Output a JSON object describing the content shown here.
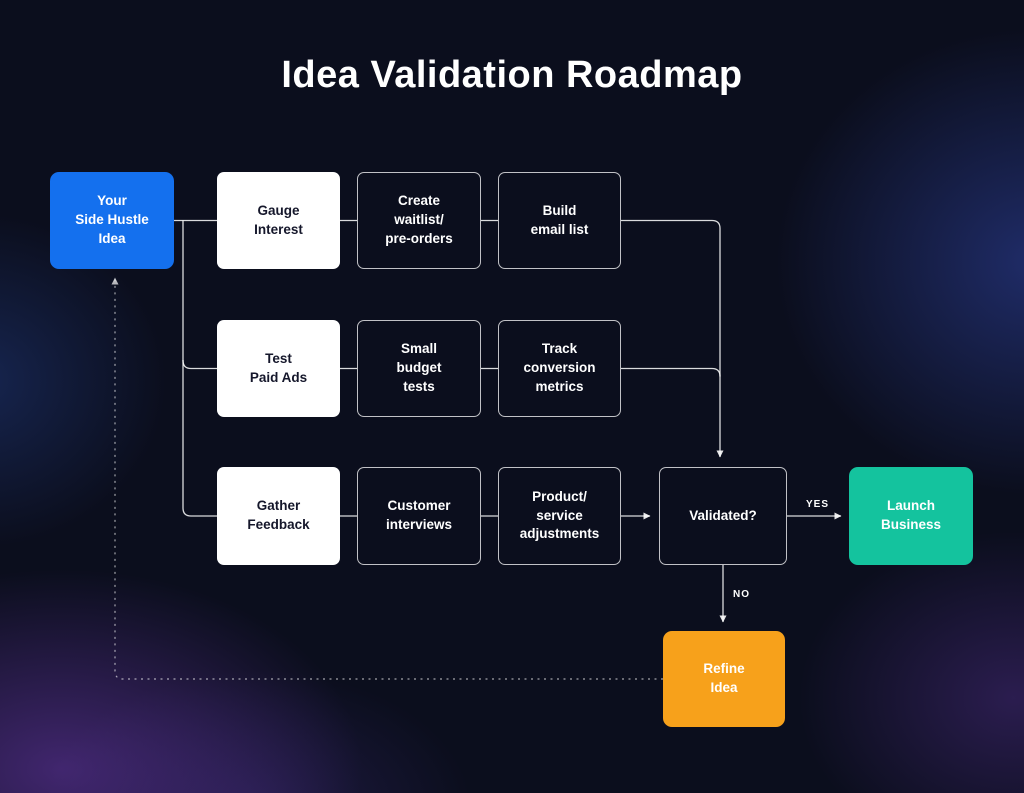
{
  "title": "Idea Validation Roadmap",
  "nodes": {
    "idea": {
      "label": "Your\nSide Hustle\nIdea"
    },
    "gauge_interest": {
      "label": "Gauge\nInterest"
    },
    "create_waitlist": {
      "label": "Create\nwaitlist/\npre-orders"
    },
    "build_email_list": {
      "label": "Build\nemail list"
    },
    "test_paid_ads": {
      "label": "Test\nPaid Ads"
    },
    "small_budget_tests": {
      "label": "Small\nbudget\ntests"
    },
    "track_conversion_metrics": {
      "label": "Track\nconversion\nmetrics"
    },
    "gather_feedback": {
      "label": "Gather\nFeedback"
    },
    "customer_interviews": {
      "label": "Customer\ninterviews"
    },
    "product_service_adjustments": {
      "label": "Product/\nservice\nadjustments"
    },
    "validated": {
      "label": "Validated?"
    },
    "launch_business": {
      "label": "Launch\nBusiness"
    },
    "refine_idea": {
      "label": "Refine\nIdea"
    }
  },
  "edge_labels": {
    "yes": "YES",
    "no": "NO"
  },
  "colors": {
    "background": "#0b0e1d",
    "primary_blue": "#1470ee",
    "white_node": "#ffffff",
    "teal_node": "#14c39e",
    "orange_node": "#f7a11b",
    "line": "#ffffff"
  }
}
